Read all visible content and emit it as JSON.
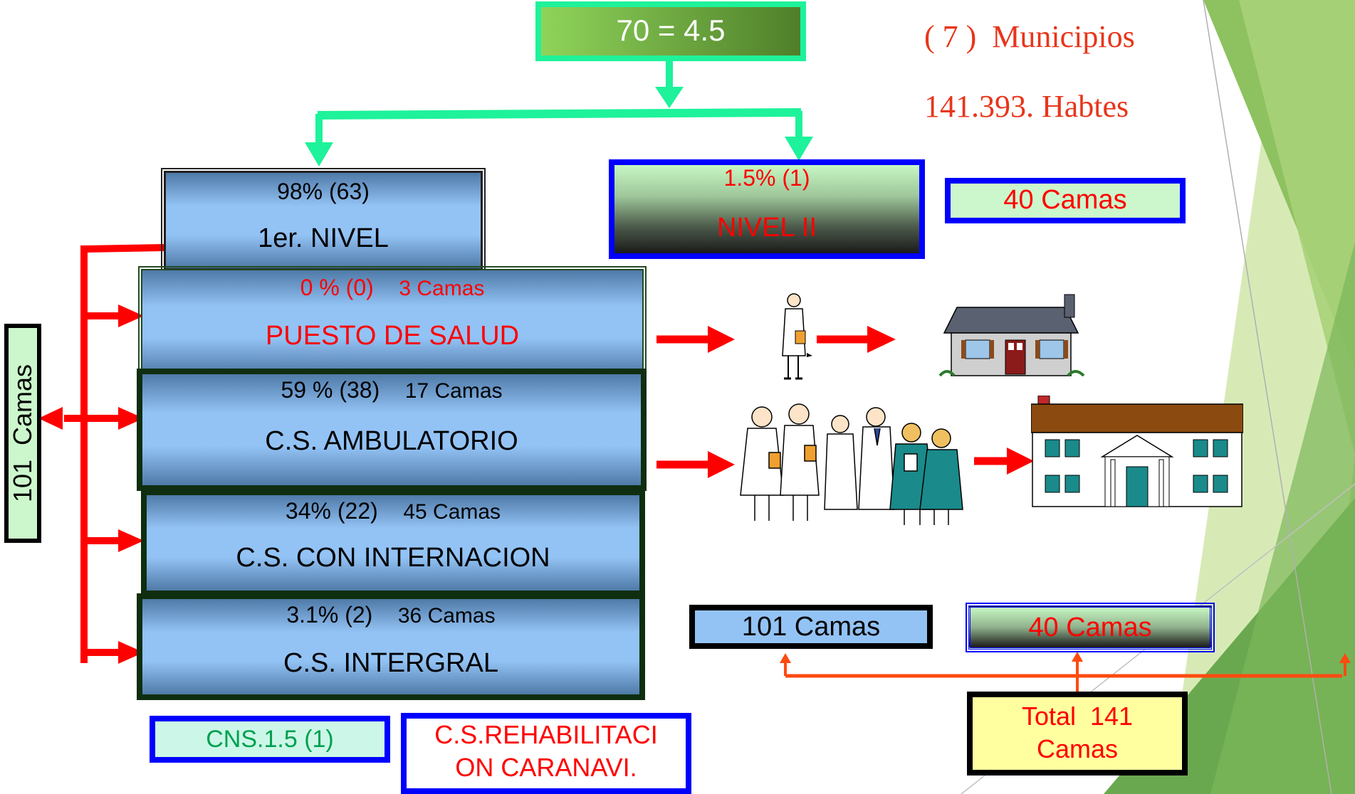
{
  "top_box": {
    "text": "70 = 4.5"
  },
  "info": {
    "municipios": "( 7 )  Municipios",
    "habitantes": "141.393. Habtes"
  },
  "primer_nivel": {
    "percent": "98% (63)",
    "label": "1er. NIVEL"
  },
  "nivel_ii": {
    "percent": "1.5% (1)",
    "label": "NIVEL II"
  },
  "camas_40_top": "40 Camas",
  "puesto": {
    "percent": "0 % (0)",
    "camas": "3 Camas",
    "label": "PUESTO DE SALUD"
  },
  "ambulatorio": {
    "percent": "59 % (38)",
    "camas": "17 Camas",
    "label": "C.S. AMBULATORIO"
  },
  "internacion": {
    "percent": "34% (22)",
    "camas": "45 Camas",
    "label": "C.S. CON INTERNACION"
  },
  "integral": {
    "percent": "3.1% (2)",
    "camas": "36 Camas",
    "label": "C.S. INTERGRAL"
  },
  "side_label": "101  Camas",
  "cns": "CNS.1.5 (1)",
  "rehab": {
    "line1": "C.S.REHABILITACI",
    "line2": "ON CARANAVI."
  },
  "camas_101": "101 Camas",
  "camas_40_bottom": "40 Camas",
  "total": {
    "line1": "Total  141",
    "line2": "Camas"
  },
  "colors": {
    "arrow_green": "#1ef29a",
    "arrow_red": "#ff0000",
    "arrow_orange": "#ff4a10",
    "box_blue": "#0000ff",
    "accent_green": "#6aa84f",
    "total_fill": "#ffffa0"
  }
}
